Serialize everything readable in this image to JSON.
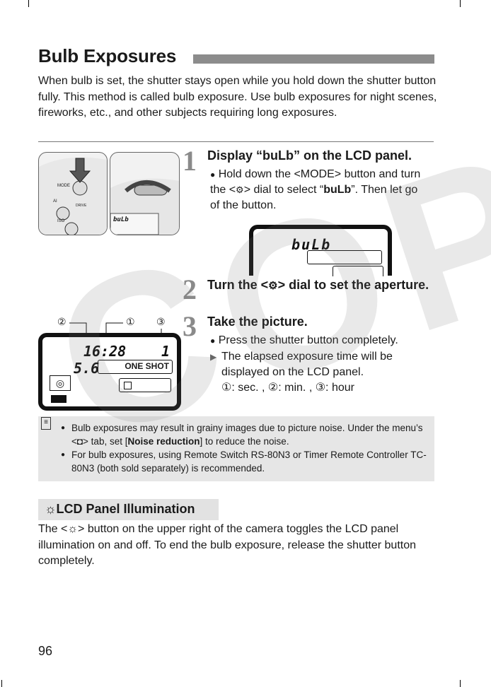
{
  "title": "Bulb Exposures",
  "intro": "When bulb is set, the shutter stays open while you hold down the shutter button fully. This method is called bulb exposure. Use bulb exposures for night scenes, fireworks, etc., and other subjects requiring long exposures.",
  "photos": {
    "left_labels": [
      "MODE",
      "AI",
      "DRIVE",
      "ISO"
    ],
    "right_lcd_text": "buLb"
  },
  "step1": {
    "num": "1",
    "head": "Display “buLb” on the LCD panel.",
    "bullet_a": "Hold down the <MODE> button and turn the <",
    "bullet_b": "> dial to select “",
    "bullet_bold": "buLb",
    "bullet_c": "”. Then let go of the button.",
    "lcd_text": "buLb"
  },
  "step2": {
    "num": "2",
    "head_a": "Turn the <",
    "head_b": "> dial to set the aperture."
  },
  "step3": {
    "num": "3",
    "head": "Take the picture.",
    "bullet1": "Press the shutter button completely.",
    "bullet2": "The elapsed exposure time will be displayed on the LCD panel.",
    "bullet3": "①: sec. , ②: min. , ③: hour"
  },
  "lcd_callouts": [
    "②",
    "①",
    "③"
  ],
  "lcd_readout": {
    "time": "16:28",
    "hour": "1",
    "aperture": "5.6",
    "af_mode": "ONE SHOT"
  },
  "notes": {
    "n1": "Bulb exposures may result in grainy images due to picture noise. Under the menu’s <",
    "n1b": "> tab, set [",
    "n1_bold": "Noise reduction",
    "n1c": "] to reduce the noise.",
    "n2": "For bulb exposures, using Remote Switch RS-80N3 or Timer Remote Controller TC-80N3 (both sold separately) is recommended."
  },
  "lcd_illum": {
    "head": "LCD Panel Illumination",
    "text_a": "The <",
    "text_b": "> button on the upper right of the camera toggles the LCD panel illumination on and off. To end the bulb exposure, release the shutter button completely."
  },
  "watermark": "COPY",
  "page_number": "96"
}
